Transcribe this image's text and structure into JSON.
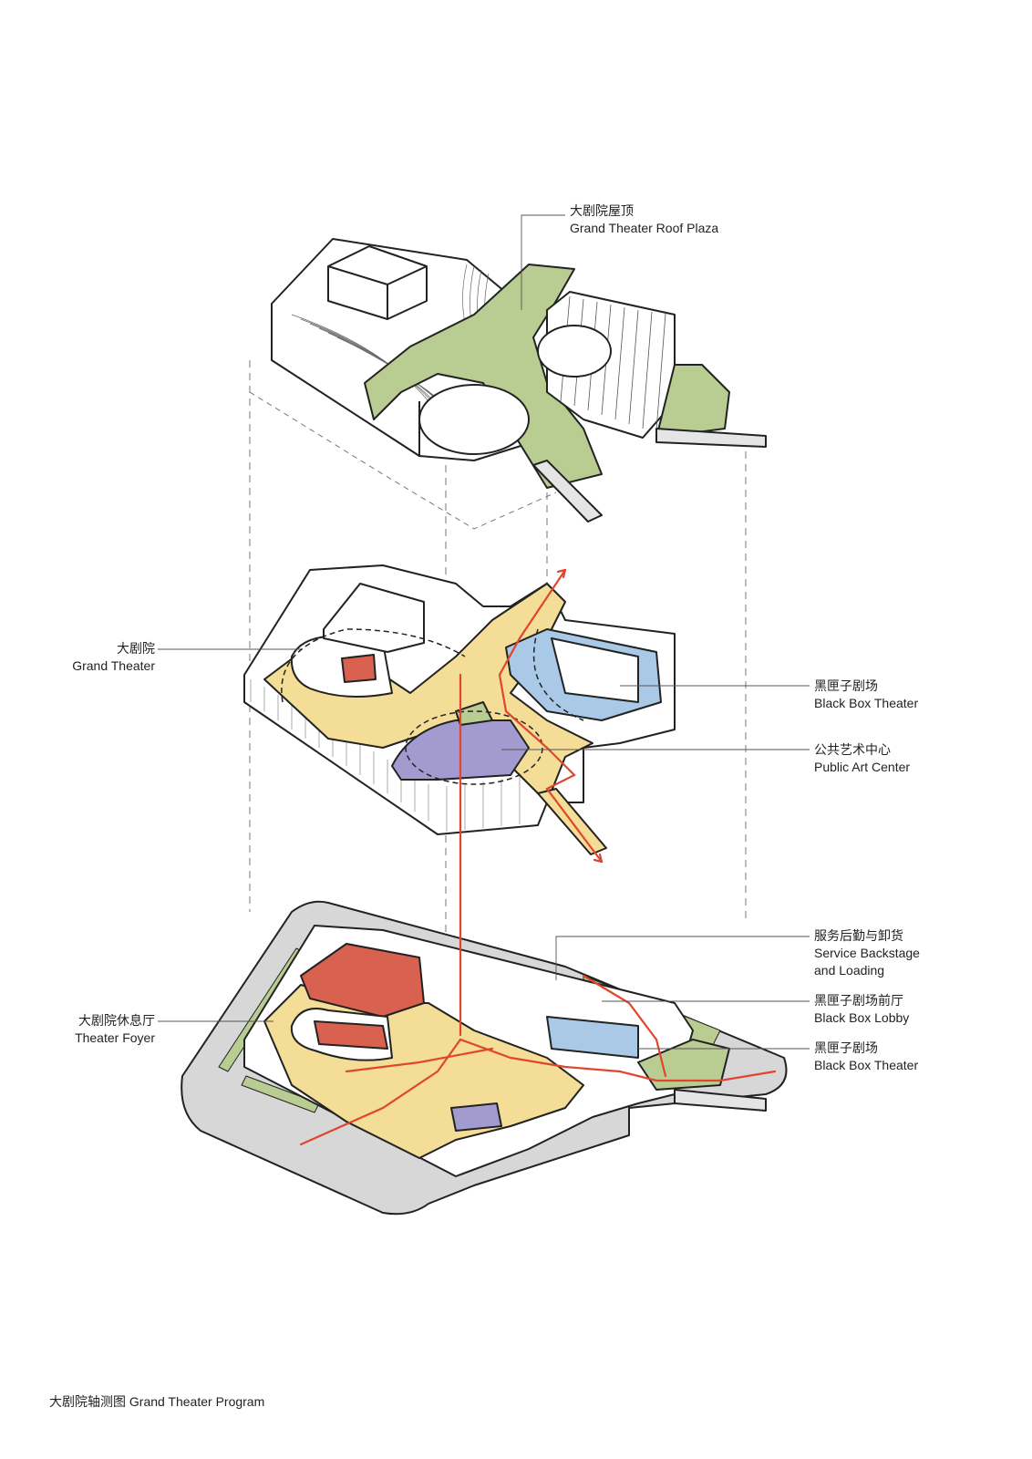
{
  "labels": {
    "roof": {
      "zh": "大剧院屋顶",
      "en": "Grand Theater Roof Plaza"
    },
    "grand_theater": {
      "zh": "大剧院",
      "en": "Grand Theater"
    },
    "black_box_upper": {
      "zh": "黑匣子剧场",
      "en": "Black Box Theater"
    },
    "public_art": {
      "zh": "公共艺术中心",
      "en": "Public Art Center"
    },
    "service": {
      "zh": "服务后勤与卸货",
      "en1": "Service Backstage",
      "en2": "and Loading"
    },
    "black_box_lobby": {
      "zh": "黑匣子剧场前厅",
      "en": "Black Box Lobby"
    },
    "black_box_lower": {
      "zh": "黑匣子剧场",
      "en": "Black Box Theater"
    },
    "foyer": {
      "zh": "大剧院休息厅",
      "en": "Theater Foyer"
    }
  },
  "caption": "大剧院轴测图 Grand Theater Program",
  "colors": {
    "green": "#b9cc92",
    "yellow": "#f3dd97",
    "red": "#d9614f",
    "purple": "#a39bd0",
    "blue": "#a9c9e6",
    "route": "#e0462e",
    "ground": "#d7d7d7"
  }
}
